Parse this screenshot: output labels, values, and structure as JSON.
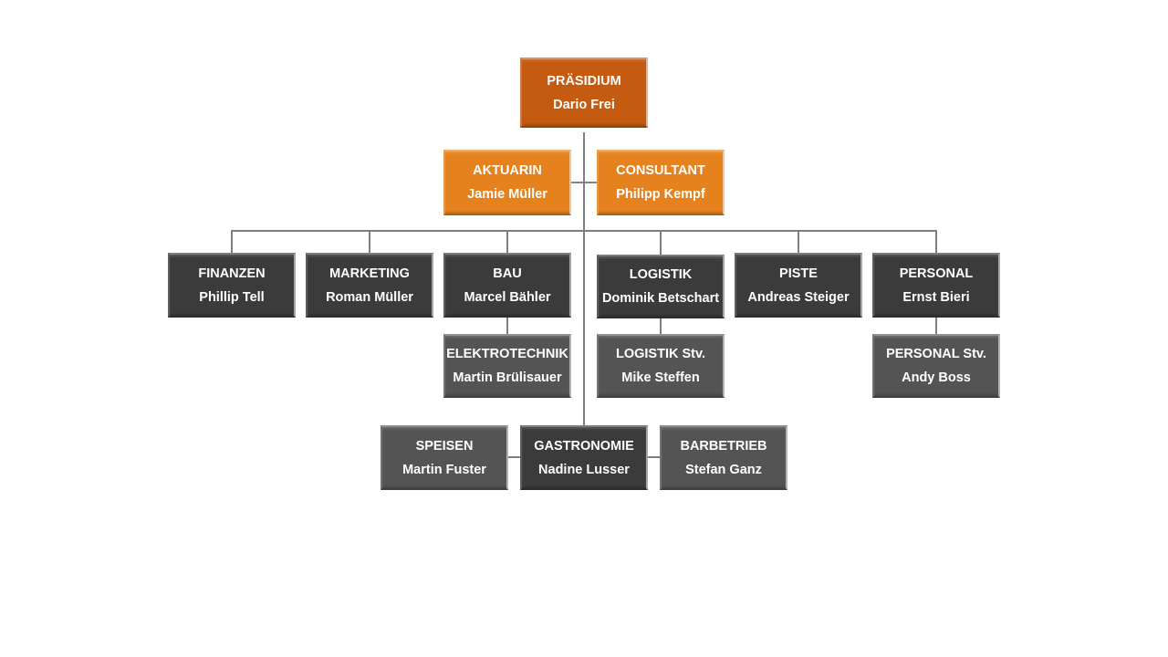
{
  "colors": {
    "top": "#c55a11",
    "staff": "#e6821e",
    "department": "#3b3b3b",
    "sub_department": "#545454",
    "connector": "#7f7f7f"
  },
  "org": {
    "president": {
      "title": "PRÄSIDIUM",
      "person": "Dario Frei"
    },
    "staff": [
      {
        "title": "AKTUARIN",
        "person": "Jamie Müller"
      },
      {
        "title": "CONSULTANT",
        "person": "Philipp Kempf"
      }
    ],
    "departments": [
      {
        "title": "FINANZEN",
        "person": "Phillip Tell"
      },
      {
        "title": "MARKETING",
        "person": "Roman Müller"
      },
      {
        "title": "BAU",
        "person": "Marcel Bähler"
      },
      {
        "title": "LOGISTIK",
        "person": "Dominik Betschart"
      },
      {
        "title": "PISTE",
        "person": "Andreas Steiger"
      },
      {
        "title": "PERSONAL",
        "person": "Ernst Bieri"
      }
    ],
    "sub_departments": [
      {
        "title": "ELEKTROTECHNIK",
        "person": "Martin Brülisauer",
        "parent": "BAU"
      },
      {
        "title": "LOGISTIK Stv.",
        "person": "Mike Steffen",
        "parent": "LOGISTIK"
      },
      {
        "title": "PERSONAL Stv.",
        "person": "Andy Boss",
        "parent": "PERSONAL"
      }
    ],
    "gastronomie": {
      "title": "GASTRONOMIE",
      "person": "Nadine Lusser"
    },
    "gastronomie_assistants": [
      {
        "title": "SPEISEN",
        "person": "Martin Fuster"
      },
      {
        "title": "BARBETRIEB",
        "person": "Stefan Ganz"
      }
    ]
  }
}
